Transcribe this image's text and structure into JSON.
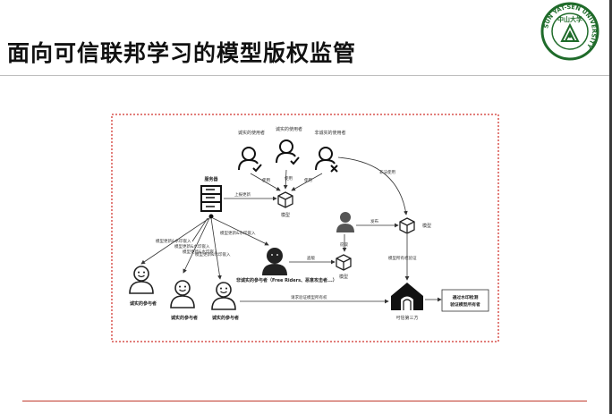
{
  "slide": {
    "title": "面向可信联邦学习的模型版权监管"
  },
  "logo": {
    "top_text": "中山大学",
    "ring_text": "SUN YAT-SEN UNIVERSITY"
  },
  "diagram": {
    "users": {
      "honest_user_1": "诚实的使用者",
      "honest_user_2": "诚实的使用者",
      "dishonest_user": "非诚实的使用者"
    },
    "edges": {
      "use_1": "使用",
      "use_2": "使用",
      "use_3": "使用",
      "submit": "上报更新",
      "dist_1": "模型更新&水印嵌入",
      "dist_2": "模型更新&水印嵌入",
      "dist_3": "模型更新&水印嵌入",
      "dist_4": "模型更新&水印嵌入",
      "dist_5": "模型更新&水印嵌入",
      "steal": "盗版",
      "publish": "发布",
      "illegal": "非法使用",
      "leak": "窃取",
      "verify_own": "模型所有权验证",
      "request_verify": "请求验证模型所有权"
    },
    "nodes": {
      "server": "服务器",
      "model_top": "模型",
      "model_right": "模型",
      "model_mid": "模型",
      "third_party": "可信第三方",
      "result_line1": "通过水印检测",
      "result_line2": "验证模型所有者",
      "freerider": "非诚实的参与者（Free Riders、恶意攻击者...）",
      "participant_1": "诚实的参与者",
      "participant_2": "诚实的参与者",
      "participant_3": "诚实的参与者"
    }
  }
}
